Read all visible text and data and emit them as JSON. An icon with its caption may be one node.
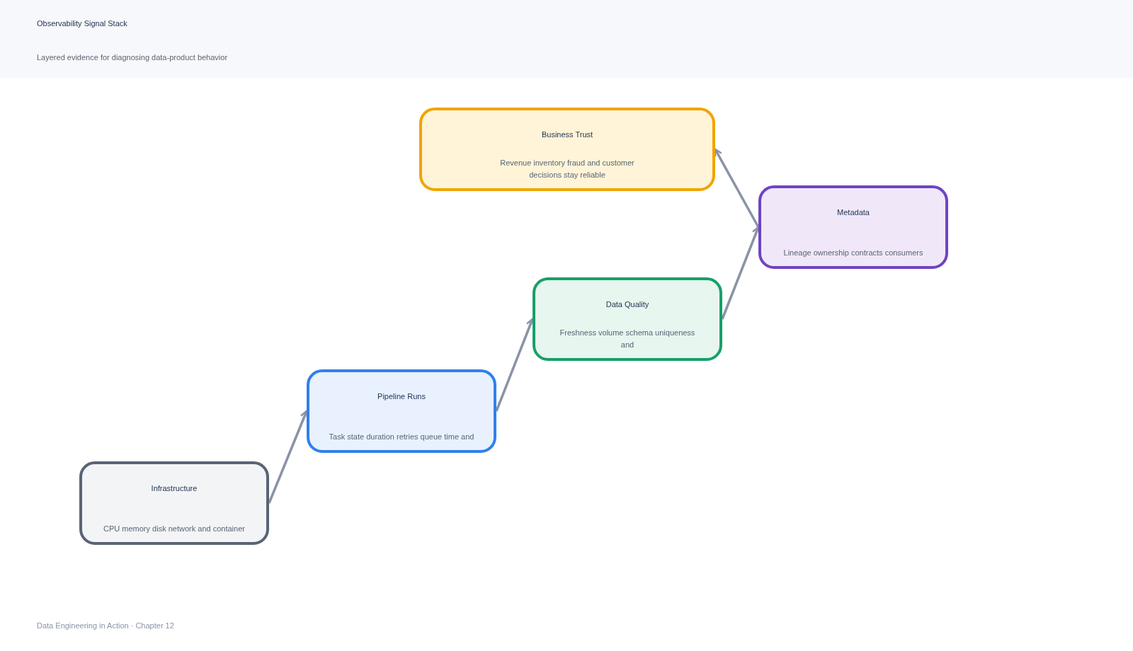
{
  "diagram": {
    "title": "Observability Signal Stack",
    "caption": "Data Engineering in Action · Chapter 12",
    "labels": [
      "Layered evidence for diagnosing data-product behavior"
    ],
    "nodes": [
      {
        "text": [
          "Infrastructure",
          "CPU memory disk network and container"
        ]
      },
      {
        "text": [
          "Pipeline Runs",
          "Task state duration retries queue time and"
        ]
      },
      {
        "text": [
          "Data Quality",
          "Freshness volume schema uniqueness and"
        ]
      },
      {
        "text": [
          "Metadata",
          "Lineage ownership contracts consumers"
        ]
      },
      {
        "text": [
          "Business Trust",
          "Revenue inventory fraud and customer decisions stay reliable"
        ]
      }
    ],
    "edges": [
      {
        "from": 0,
        "to": 1,
        "arrow": "to"
      },
      {
        "from": 1,
        "to": 2,
        "arrow": "to"
      },
      {
        "from": 2,
        "to": 3,
        "arrow": "to"
      },
      {
        "from": 3,
        "to": 4,
        "arrow": "to"
      }
    ]
  }
}
